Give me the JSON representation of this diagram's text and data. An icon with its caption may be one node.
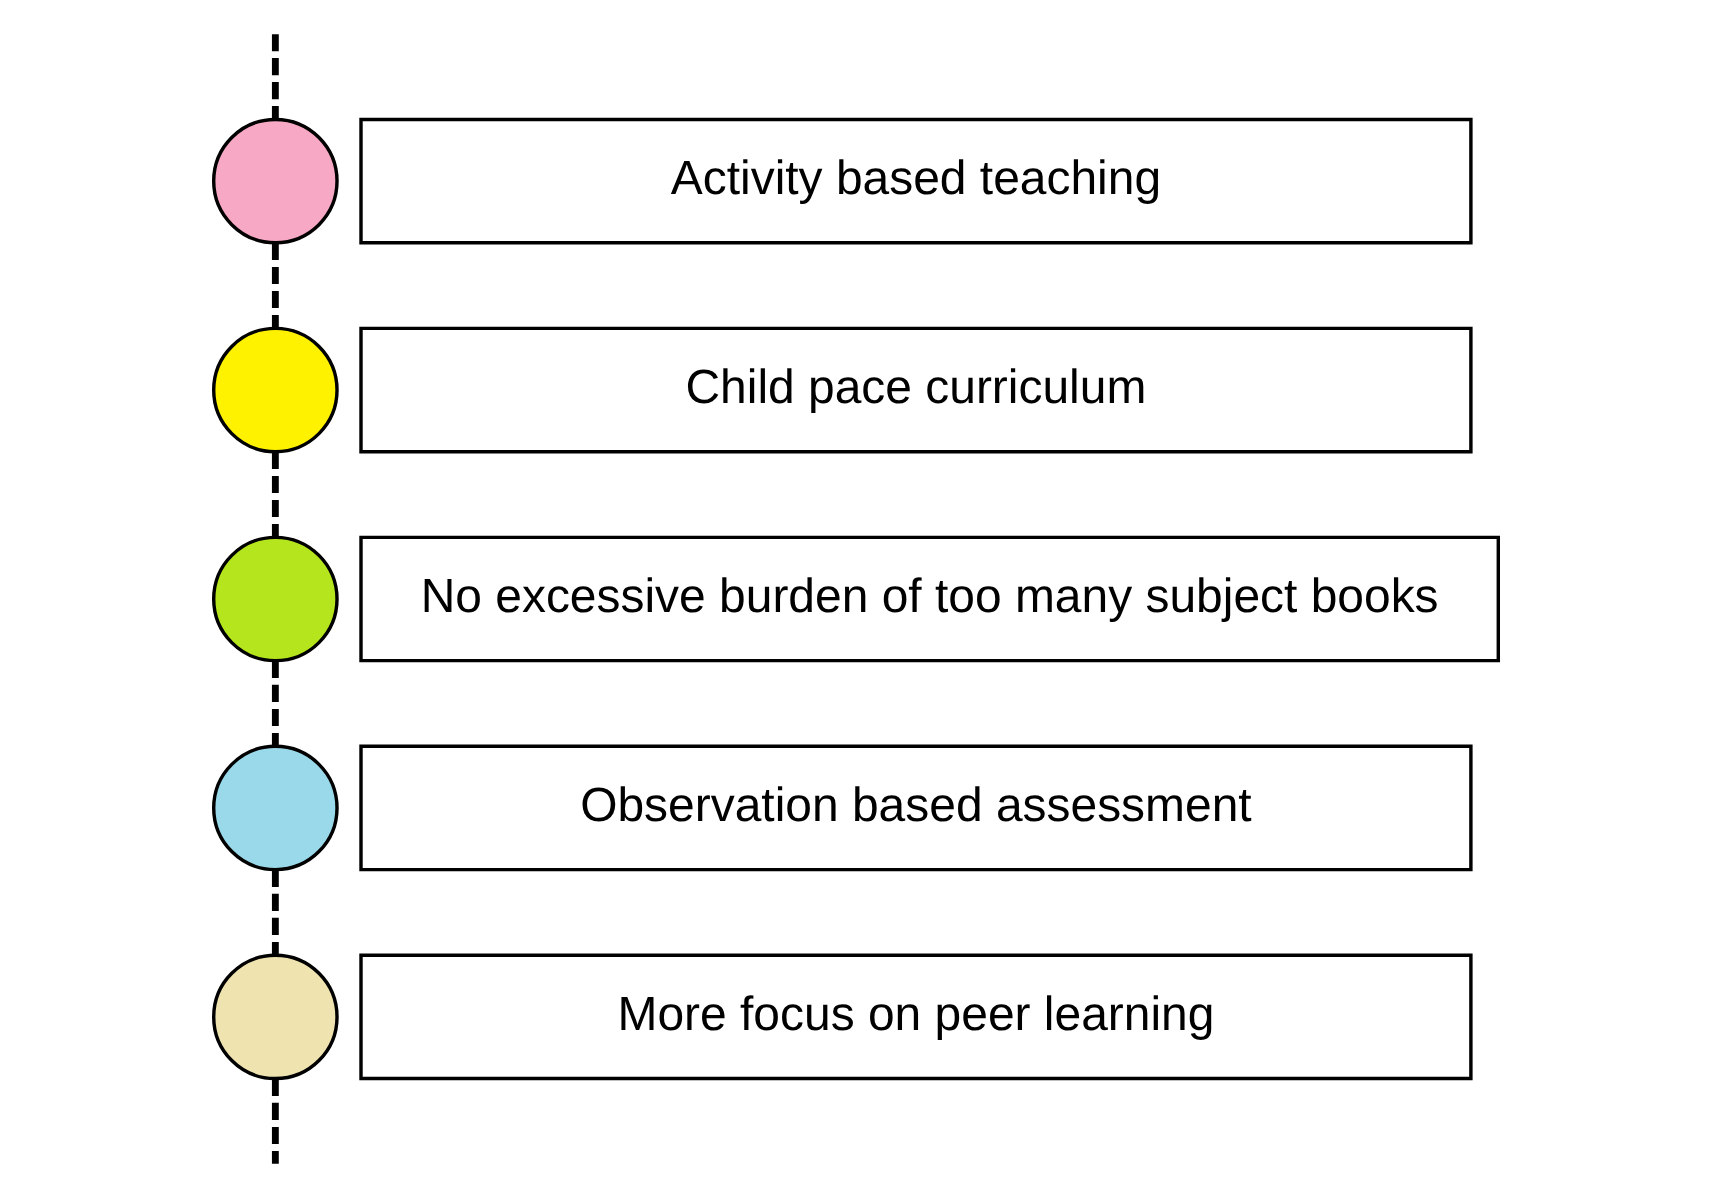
{
  "diagram": {
    "nodes": [
      {
        "text": [],
        "shape": "circle"
      },
      {
        "text": [
          "Activity based teaching"
        ]
      },
      {
        "text": [],
        "shape": "circle"
      },
      {
        "text": [
          "Child pace curriculum"
        ]
      },
      {
        "text": [],
        "shape": "circle"
      },
      {
        "text": [
          "No excessive burden of too many subject books"
        ]
      },
      {
        "text": [],
        "shape": "circle"
      },
      {
        "text": [
          "Observation based assessment"
        ]
      },
      {
        "text": [],
        "shape": "circle"
      },
      {
        "text": [
          "More focus on peer learning"
        ]
      }
    ],
    "edges": [
      {
        "from": null,
        "to": 0,
        "arrow": "none",
        "style": "dashed"
      },
      {
        "from": 0,
        "to": 2,
        "arrow": "none",
        "style": "dashed"
      },
      {
        "from": 2,
        "to": 4,
        "arrow": "none",
        "style": "dashed"
      },
      {
        "from": 4,
        "to": 6,
        "arrow": "none",
        "style": "dashed"
      },
      {
        "from": 6,
        "to": 8,
        "arrow": "none",
        "style": "dashed"
      },
      {
        "from": 8,
        "to": null,
        "arrow": "none",
        "style": "dashed"
      }
    ]
  }
}
